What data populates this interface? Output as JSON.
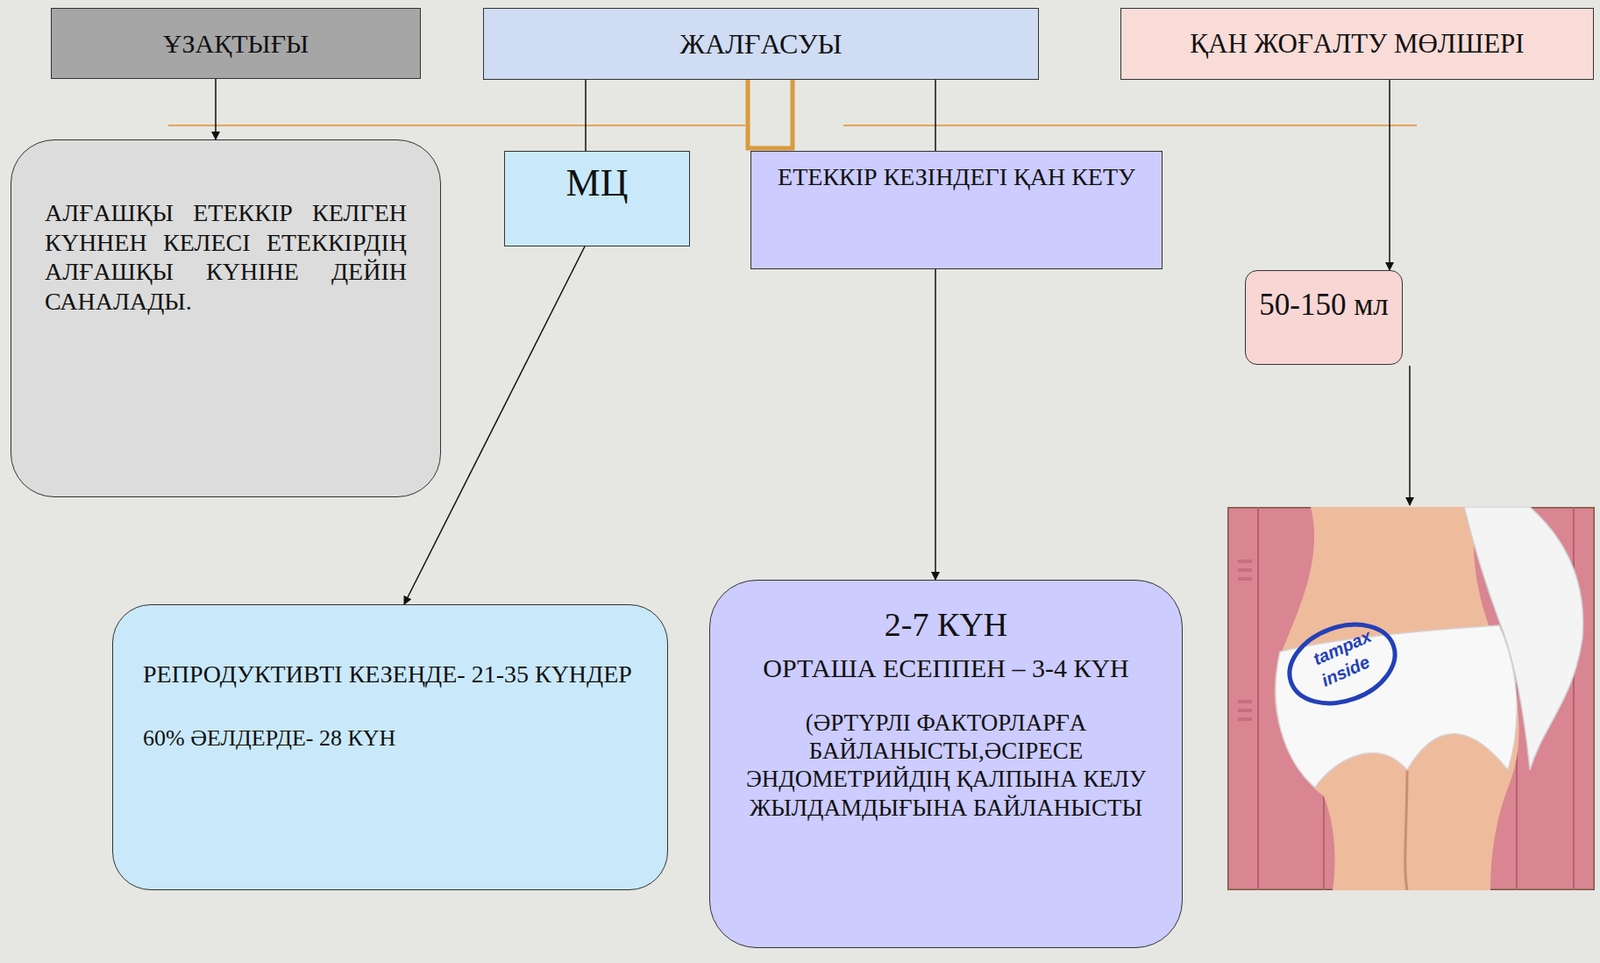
{
  "diagram": {
    "nodes": [
      {
        "text": [
          "ҰЗАҚТЫҒЫ"
        ]
      },
      {
        "text": [
          "ЖАЛҒАСУЫ"
        ]
      },
      {
        "text": [
          "ҚАН ЖОҒАЛТУ МӨЛШЕРІ"
        ]
      },
      {
        "text": [
          "АЛҒАШҚЫ ЕТЕККІР КЕЛГЕН КҮННЕН КЕЛЕСІ ЕТЕККІРДІҢ АЛҒАШҚЫ КҮНІНЕ ДЕЙІН САНАЛАДЫ."
        ]
      },
      {
        "text": [
          "МЦ"
        ]
      },
      {
        "text": [
          "ЕТЕККІР КЕЗІНДЕГІ ҚАН КЕТУ"
        ]
      },
      {
        "text": [
          "50-150 мл"
        ]
      },
      {
        "text": [
          "РЕПРОДУКТИВТІ КЕЗЕҢДЕ- 21-35 КҮНДЕР",
          "60% ӘЕЛДЕРДЕ- 28 КҮН"
        ]
      },
      {
        "text": [
          "2-7 КҮН",
          "ОРТАША ЕСЕППЕН – 3-4 КҮН",
          "(ӘРТҮРЛІ ФАКТОРЛАРҒА БАЙЛАНЫСТЫ,ӘСІРЕСЕ ЭНДОМЕТРИЙДІҢ ҚАЛПЫНА КЕЛУ ЖЫЛДАМДЫҒЫНА БАЙЛАНЫСТЫ"
        ]
      }
    ],
    "edges": [
      {
        "from": 0,
        "to": 3,
        "arrow": "to"
      },
      {
        "from": 1,
        "to": 4,
        "arrow": "none"
      },
      {
        "from": 1,
        "to": 5,
        "arrow": "none"
      },
      {
        "from": 4,
        "to": 7,
        "arrow": "to"
      },
      {
        "from": 5,
        "to": 8,
        "arrow": "to"
      },
      {
        "from": 2,
        "to": 6,
        "arrow": "to"
      }
    ],
    "labels": [
      "tampax",
      "inside"
    ]
  }
}
